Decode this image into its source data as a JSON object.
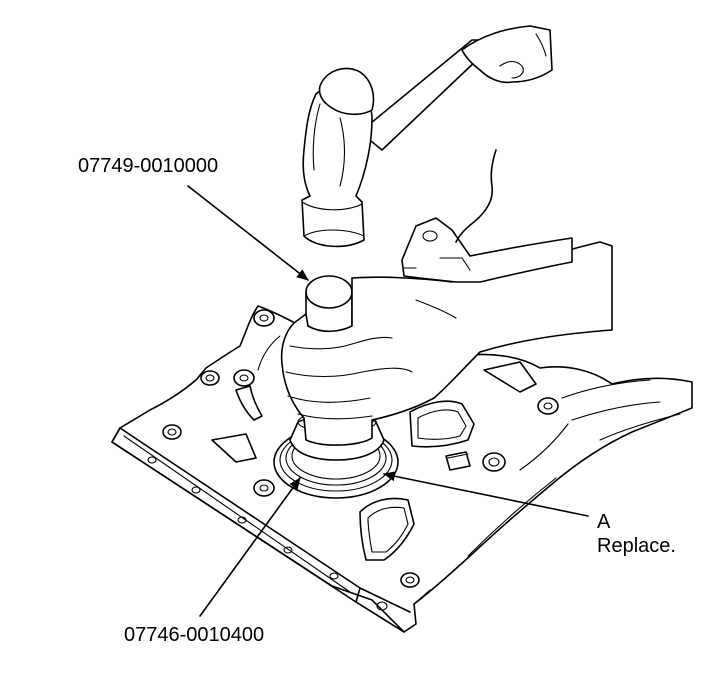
{
  "labels": {
    "driver_handle": "07749-0010000",
    "seal_driver": "07746-0010400",
    "part_a": "A",
    "part_a_note": "Replace."
  }
}
